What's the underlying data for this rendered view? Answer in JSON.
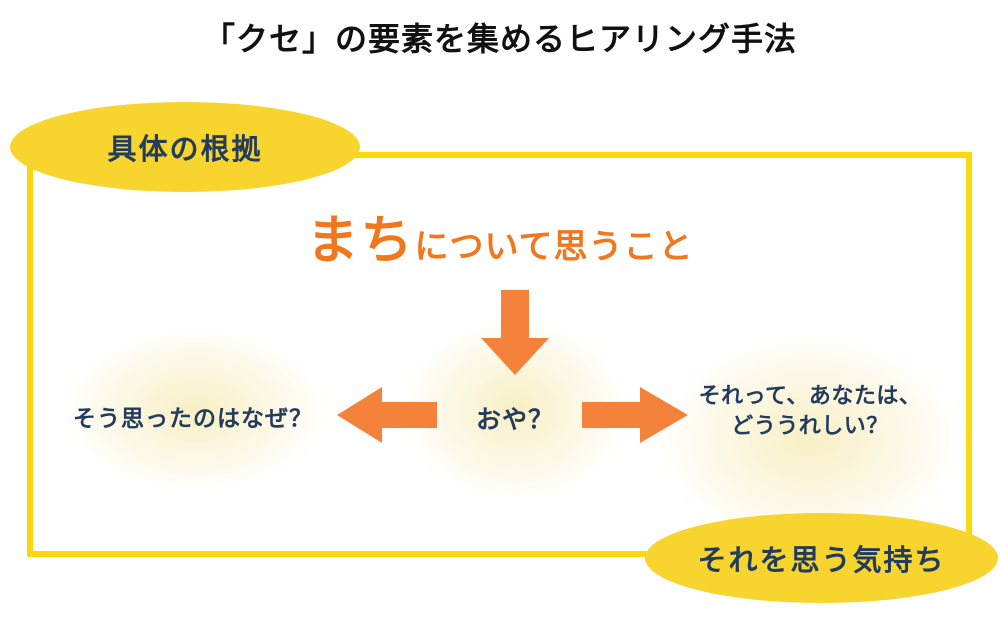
{
  "title": "「クセ」の要素を集めるヒアリング手法",
  "colors": {
    "yellow_border": "#FBD70E",
    "yellow_ellipse": "#F8D42F",
    "navy": "#243C5C",
    "orange_text": "#F0771E",
    "arrow_orange": "#F5823B",
    "glow": "#F8EFC4",
    "title_text": "#111111"
  },
  "diagram": {
    "top_left_bubble": "具体の根拠",
    "bottom_right_bubble": "それを思う気持ち",
    "central_topic": {
      "emphasis": "まち",
      "rest": "について思うこと"
    },
    "trigger": "おや？",
    "left_question": "そう思ったのはなぜ？",
    "right_question_line1": "それって、あなたは、",
    "right_question_line2": "どううれしい？"
  }
}
